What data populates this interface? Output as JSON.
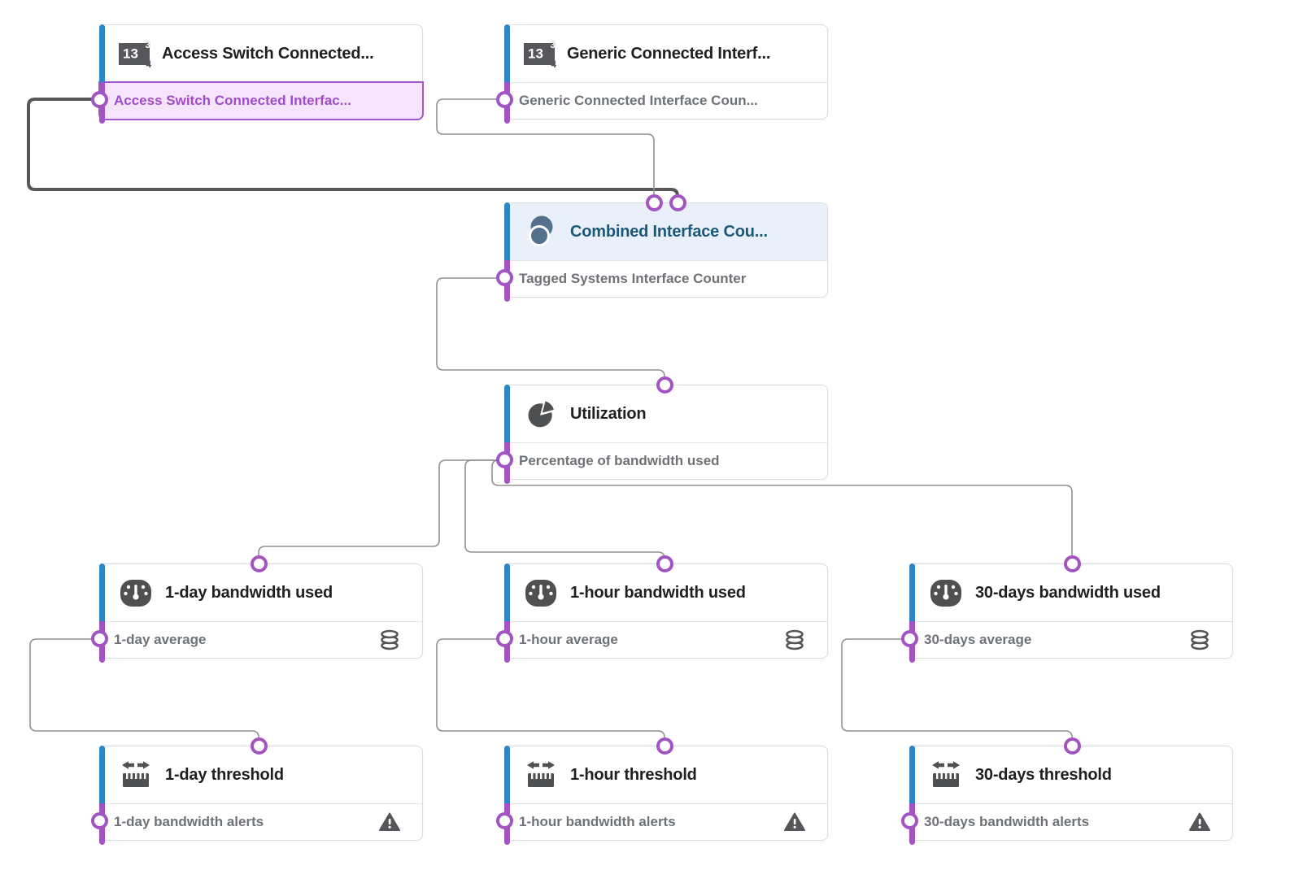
{
  "app": {
    "view": "metric-workflow-canvas"
  },
  "colors": {
    "accent_blue": "#2e86c8",
    "accent_purple": "#a254c2",
    "selected_row_bg": "#f6e3fc",
    "selected_row_border": "#a855c8",
    "selected_row_text": "#a14ec6",
    "edge": "#909090",
    "edge_selected": "#585858",
    "combined_header_bg": "#e9f0fa",
    "combined_title_text": "#1d5878",
    "icon_dark": "#4f5052"
  },
  "number_icon": {
    "big": "13",
    "numerator": "3",
    "denominator": "4"
  },
  "nodes": [
    {
      "title": "Access Switch Connected...",
      "icon": "number-input-icon",
      "output_label": "Access Switch Connected Interfac...",
      "selected": true
    },
    {
      "title": "Generic Connected Interf...",
      "icon": "number-input-icon",
      "output_label": "Generic Connected Interface Coun..."
    },
    {
      "title": "Combined Interface Cou...",
      "icon": "combined-circles-icon",
      "output_label": "Tagged Systems Interface Counter"
    },
    {
      "title": "Utilization",
      "icon": "pie-chart-icon",
      "output_label": "Percentage of bandwidth used"
    },
    {
      "title": "1-day bandwidth used",
      "icon": "gauge-icon",
      "output_label": "1-day average",
      "badge": "database"
    },
    {
      "title": "1-hour bandwidth used",
      "icon": "gauge-icon",
      "output_label": "1-hour average",
      "badge": "database"
    },
    {
      "title": "30-days bandwidth used",
      "icon": "gauge-icon",
      "output_label": "30-days average",
      "badge": "database"
    },
    {
      "title": "1-day threshold",
      "icon": "ruler-icon",
      "output_label": "1-day bandwidth alerts",
      "badge": "warning"
    },
    {
      "title": "1-hour threshold",
      "icon": "ruler-icon",
      "output_label": "1-hour bandwidth alerts",
      "badge": "warning"
    },
    {
      "title": "30-days threshold",
      "icon": "ruler-icon",
      "output_label": "30-days bandwidth alerts",
      "badge": "warning"
    }
  ],
  "edges": [
    {
      "from": "Access Switch Connected Interfac...",
      "to": "Combined Interface Cou...",
      "selected": true
    },
    {
      "from": "Generic Connected Interface Coun...",
      "to": "Combined Interface Cou...",
      "selected": false
    },
    {
      "from": "Tagged Systems Interface Counter",
      "to": "Utilization",
      "selected": false
    },
    {
      "from": "Percentage of bandwidth used",
      "to": "1-day bandwidth used",
      "selected": false
    },
    {
      "from": "Percentage of bandwidth used",
      "to": "1-hour bandwidth used",
      "selected": false
    },
    {
      "from": "Percentage of bandwidth used",
      "to": "30-days bandwidth used",
      "selected": false
    },
    {
      "from": "1-day average",
      "to": "1-day threshold",
      "selected": false
    },
    {
      "from": "1-hour average",
      "to": "1-hour threshold",
      "selected": false
    },
    {
      "from": "30-days average",
      "to": "30-days threshold",
      "selected": false
    }
  ]
}
